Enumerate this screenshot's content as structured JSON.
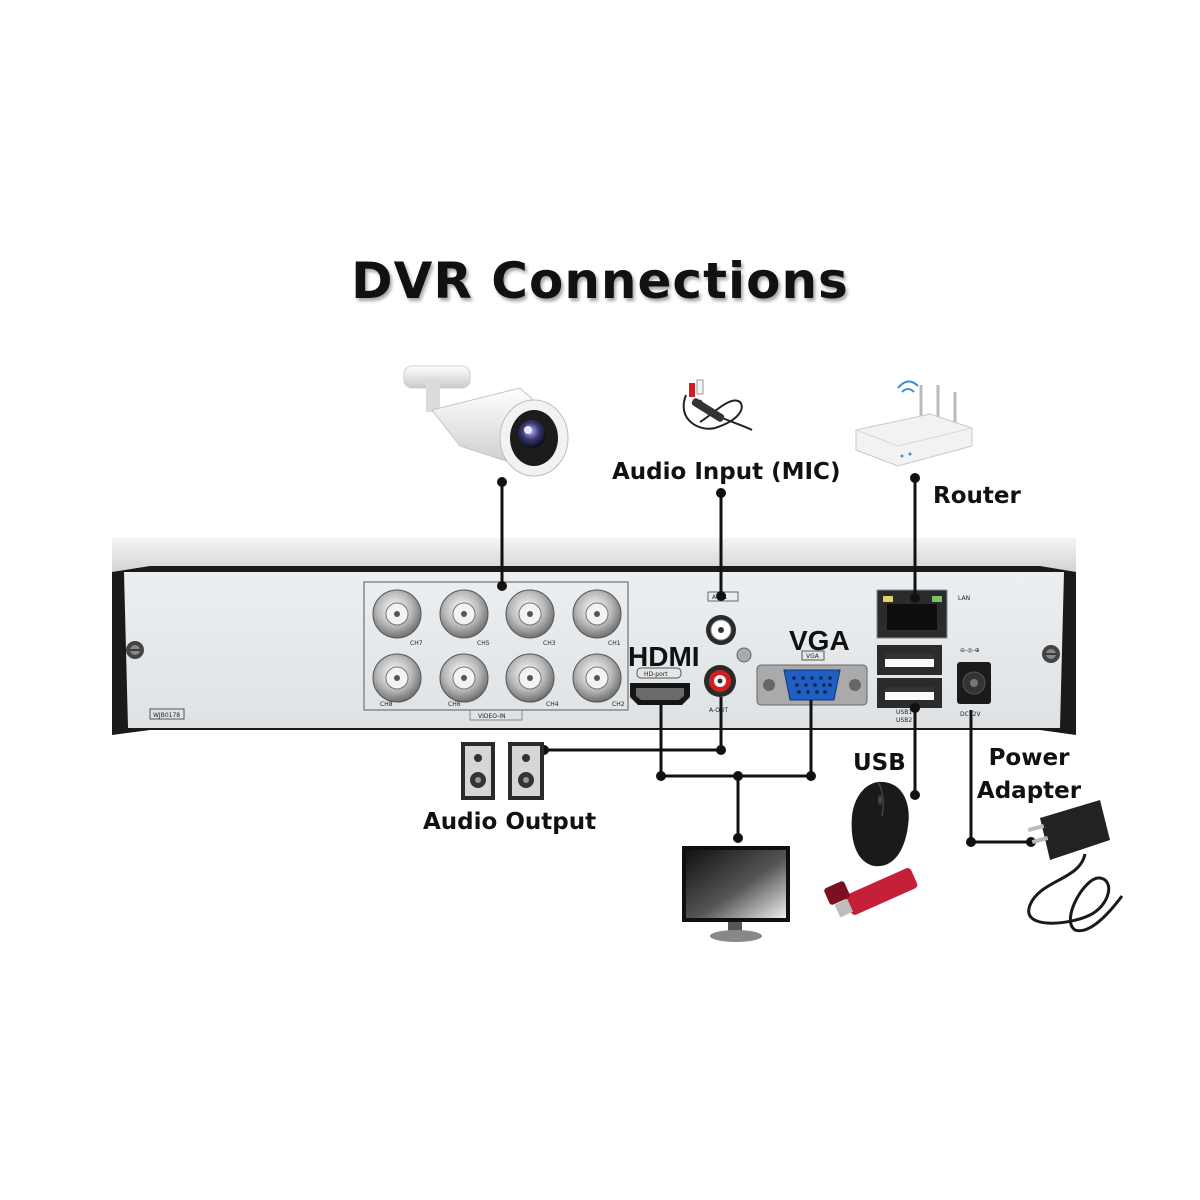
{
  "title": "DVR Connections",
  "labels": {
    "audio_input": "Audio Input (MIC)",
    "router": "Router",
    "hdmi": "HDMI",
    "vga": "VGA",
    "usb": "USB",
    "power_line1": "Power",
    "power_line2": "Adapter",
    "audio_output": "Audio Output"
  },
  "panel_markings": {
    "model": "WJB0178",
    "video_in": "VIDEO-IN",
    "ch7": "CH7",
    "ch5": "CH5",
    "ch3": "CH3",
    "ch1": "CH1",
    "ch8": "CH8",
    "ch6": "CH6",
    "ch4": "CH4",
    "ch2": "CH2",
    "audio_in": "A-in1",
    "audio_out": "A-OUT",
    "hd_port": "HD-port",
    "vga_small": "VGA",
    "lan": "LAN",
    "usb1": "USB1",
    "usb2": "USB2",
    "dc": "DC12V"
  },
  "colors": {
    "cable": "#111111",
    "vga_port": "#1f5fc4",
    "rca_red": "#d11f1f",
    "usb_stick": "#c4203a"
  }
}
